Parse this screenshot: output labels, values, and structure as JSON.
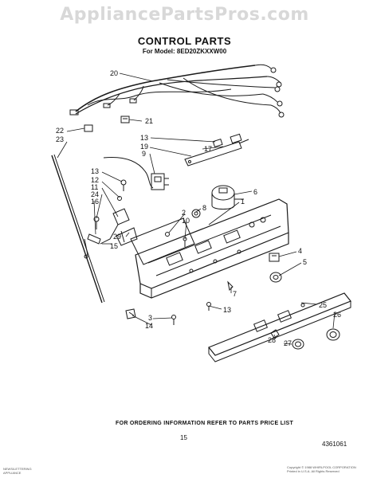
{
  "watermark": "AppliancePartsPros.com",
  "header": {
    "title": "CONTROL PARTS",
    "model_line": "For Model: 8ED20ZKXXW00"
  },
  "callouts": [
    "20",
    "21",
    "22",
    "23",
    "13",
    "19",
    "9",
    "17",
    "13",
    "12",
    "11",
    "24",
    "16",
    "29",
    "15",
    "2",
    "10",
    "8",
    "6",
    "1",
    "4",
    "5",
    "7",
    "13",
    "25",
    "26",
    "3",
    "14",
    "28",
    "27"
  ],
  "footer": {
    "ordering_note": "FOR ORDERING INFORMATION REFER TO PARTS PRICE LIST",
    "page_number": "15",
    "doc_number": "4361061"
  },
  "fine_print": {
    "left": [
      "NEWS/LETTERING",
      "APPLIANCE"
    ],
    "right": [
      "Copyright © 1988 WHIRLPOOL CORPORATION",
      "Printed in U.S.A. All Rights Reserved"
    ]
  }
}
